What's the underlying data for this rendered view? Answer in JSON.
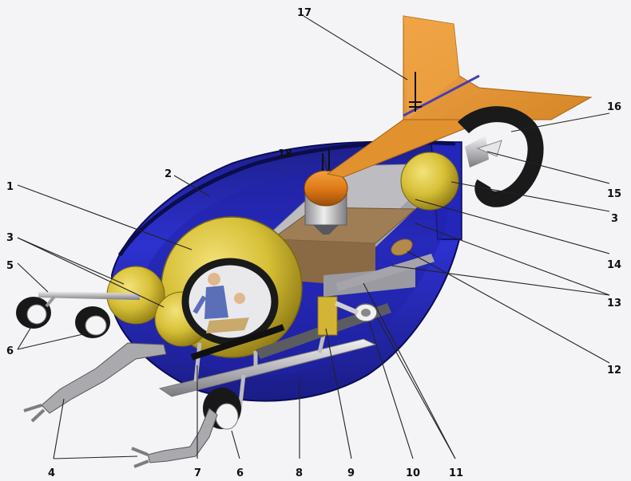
{
  "figure": {
    "labels": [
      {
        "id": "1",
        "text": "1"
      },
      {
        "id": "2",
        "text": "2"
      },
      {
        "id": "3a",
        "text": "3"
      },
      {
        "id": "3b",
        "text": "3"
      },
      {
        "id": "4",
        "text": "4"
      },
      {
        "id": "5",
        "text": "5"
      },
      {
        "id": "6a",
        "text": "6"
      },
      {
        "id": "6b",
        "text": "6"
      },
      {
        "id": "7",
        "text": "7"
      },
      {
        "id": "8",
        "text": "8"
      },
      {
        "id": "9",
        "text": "9"
      },
      {
        "id": "10",
        "text": "10"
      },
      {
        "id": "11",
        "text": "11"
      },
      {
        "id": "12",
        "text": "12"
      },
      {
        "id": "13",
        "text": "13"
      },
      {
        "id": "14",
        "text": "14"
      },
      {
        "id": "15",
        "text": "15"
      },
      {
        "id": "16",
        "text": "16"
      },
      {
        "id": "17",
        "text": "17"
      },
      {
        "id": "18",
        "text": "18"
      }
    ]
  },
  "colors": {
    "hull": "#2b2ec8",
    "hull_dark": "#12146e",
    "sphere": "#d8c23a",
    "sphere_shade": "#a68f1c",
    "tail_fin": "#e59a3c",
    "deck": "#b9b9bd",
    "brown_block": "#9c7b55",
    "frame": "#c9c9cc",
    "black": "#161616",
    "background": "#f4f4f6"
  }
}
